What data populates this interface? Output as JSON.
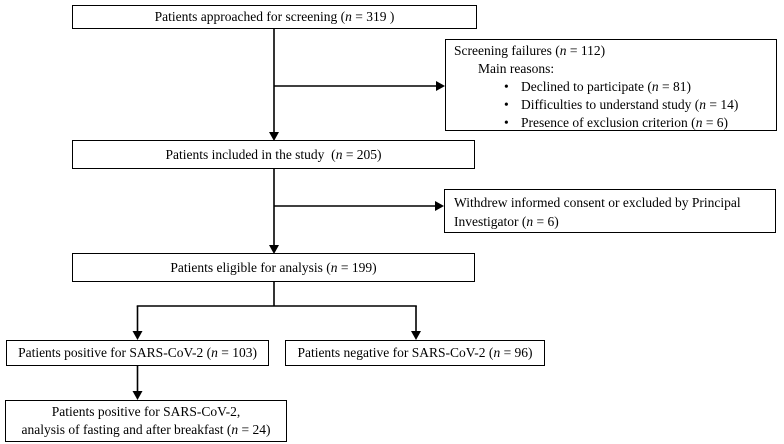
{
  "figure": {
    "type": "flowchart",
    "description": "Patient screening and analysis flow diagram"
  },
  "colors": {
    "line": "#000000",
    "box_border": "#000000",
    "box_fill": "#ffffff",
    "text": "#000000",
    "page_bg": "#ffffff"
  },
  "boxes": {
    "approached": {
      "pre": "Patients approached for screening (",
      "n": "n",
      "post": " = 319 )"
    },
    "failures": {
      "title": {
        "pre": "Screening failures (",
        "n": "n",
        "post": " = 112)"
      },
      "subtitle": "Main reasons:",
      "bullet_glyph": "•",
      "bullets": [
        {
          "pre": "Declined to participate (",
          "n": "n",
          "post": " = 81)"
        },
        {
          "pre": "Difficulties to understand study (",
          "n": "n",
          "post": " = 14)"
        },
        {
          "pre": "Presence of exclusion criterion (",
          "n": "n",
          "post": " = 6)"
        }
      ]
    },
    "included": {
      "pre": "Patients included in the study  (",
      "n": "n",
      "post": " = 205)"
    },
    "withdrew": {
      "line1": "Withdrew informed consent or excluded by Principal",
      "line2": {
        "pre": "Investigator (",
        "n": "n",
        "post": " = 6)"
      }
    },
    "eligible": {
      "pre": "Patients eligible for analysis (",
      "n": "n",
      "post": " = 199)"
    },
    "positive": {
      "pre": "Patients positive for SARS-CoV-2 (",
      "n": "n",
      "post": " = 103)"
    },
    "negative": {
      "pre": "Patients negative for SARS-CoV-2 (",
      "n": "n",
      "post": " = 96)"
    },
    "fasting": {
      "line1": "Patients positive for SARS-CoV-2,",
      "line2": {
        "pre": "analysis of fasting and after breakfast (",
        "n": "n",
        "post": " = 24)"
      }
    }
  }
}
